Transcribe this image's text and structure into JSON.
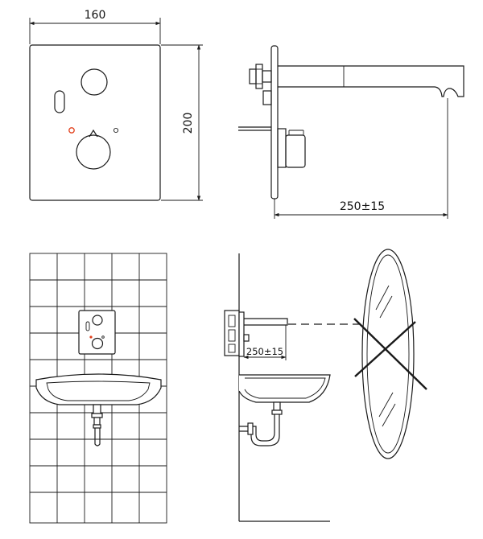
{
  "dimensions": {
    "width_label": "160",
    "height_label": "200",
    "projection_label": "250±15",
    "sensor_distance_label": "250±15"
  },
  "colors": {
    "line": "#1a1a1a",
    "indicator_red": "#e2401c",
    "background": "#ffffff"
  }
}
